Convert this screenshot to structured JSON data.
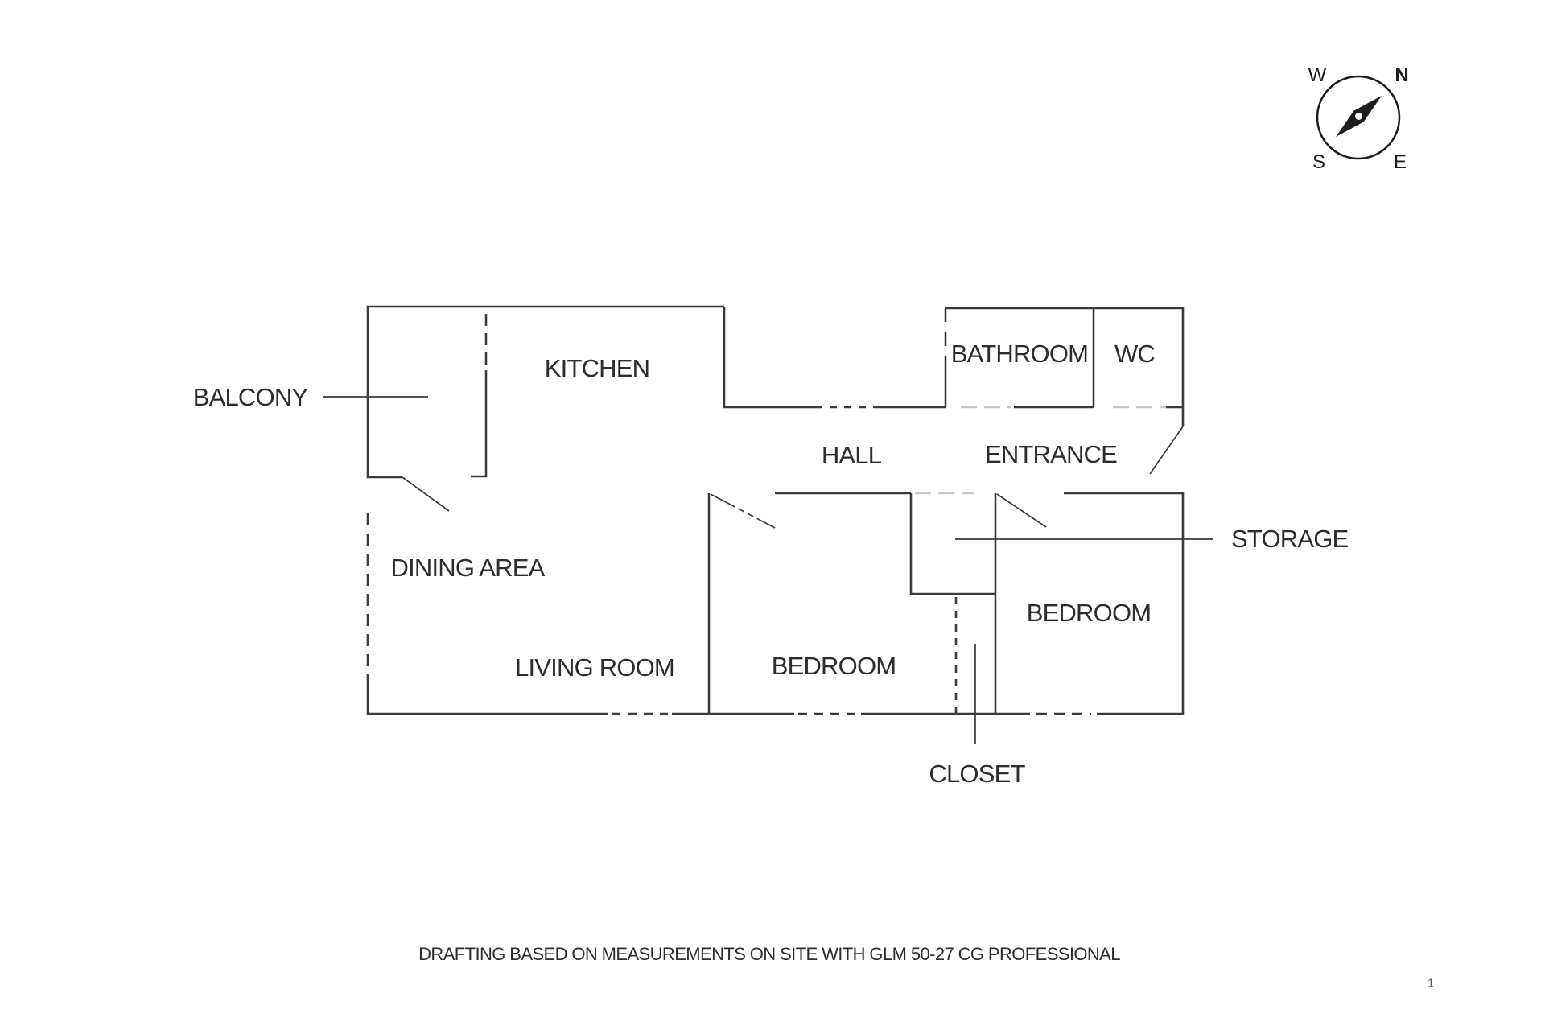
{
  "compass": {
    "north": "N",
    "west": "W",
    "south": "S",
    "east": "E"
  },
  "rooms": {
    "balcony": "BALCONY",
    "kitchen": "KITCHEN",
    "bathroom": "BATHROOM",
    "wc": "WC",
    "hall": "HALL",
    "entrance": "ENTRANCE",
    "dining_area": "DINING AREA",
    "storage": "STORAGE",
    "living_room": "LIVING ROOM",
    "bedroom_left": "BEDROOM",
    "bedroom_right": "BEDROOM",
    "closet": "CLOSET"
  },
  "footer": {
    "caption": "DRAFTING BASED ON MEASUREMENTS ON SITE WITH GLM 50-27 CG PROFESSIONAL",
    "page_number": "1"
  },
  "colors": {
    "wall": "#3b3b3b",
    "faint_dash": "#c9c9c9",
    "text": "#2d2d2d",
    "background": "#ffffff"
  }
}
